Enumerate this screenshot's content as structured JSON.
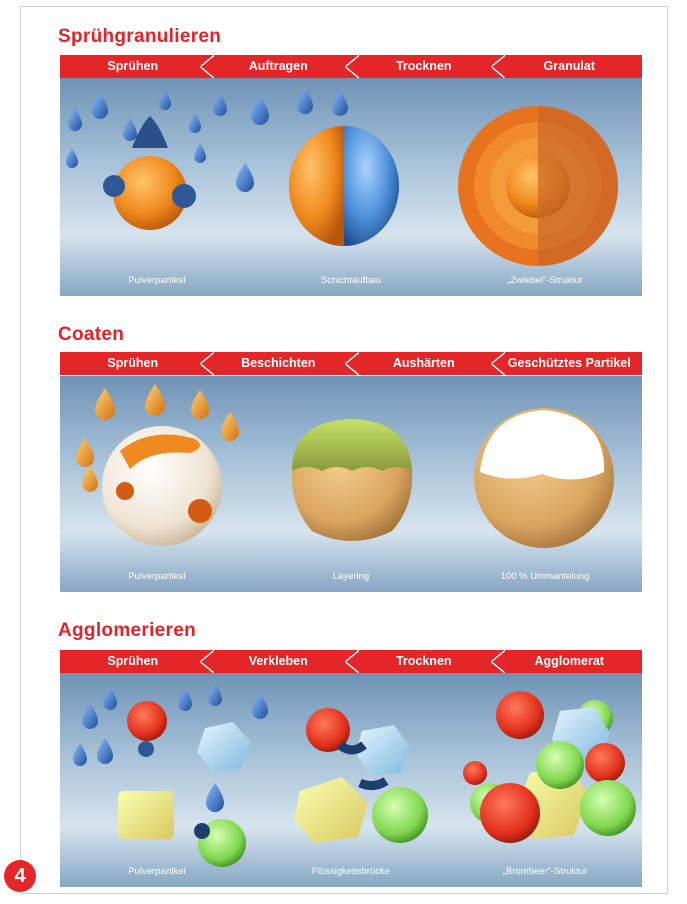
{
  "sections": [
    {
      "title": "Sprühgranulieren",
      "steps": [
        "Sprühen",
        "Auftragen",
        "Trocknen",
        "Granulat"
      ],
      "captions": [
        "Pulverpartikel",
        "Schichtaufbau",
        "„Zwiebel“-Struktur"
      ]
    },
    {
      "title": "Coaten",
      "steps": [
        "Sprühen",
        "Beschichten",
        "Aushärten",
        "Geschütztes Partikel"
      ],
      "captions": [
        "Pulverpartikel",
        "Layering",
        "100 % Ummantelung"
      ]
    },
    {
      "title": "Agglomerieren",
      "steps": [
        "Sprühen",
        "Verkleben",
        "Trocknen",
        "Agglomerat"
      ],
      "captions": [
        "Pulverpartikel",
        "Flüssigkeitsbrücke",
        "„Brombeer“-Struktur"
      ]
    }
  ],
  "page_number": "4",
  "colors": {
    "accent": "#e52629",
    "title": "#e2242a"
  }
}
